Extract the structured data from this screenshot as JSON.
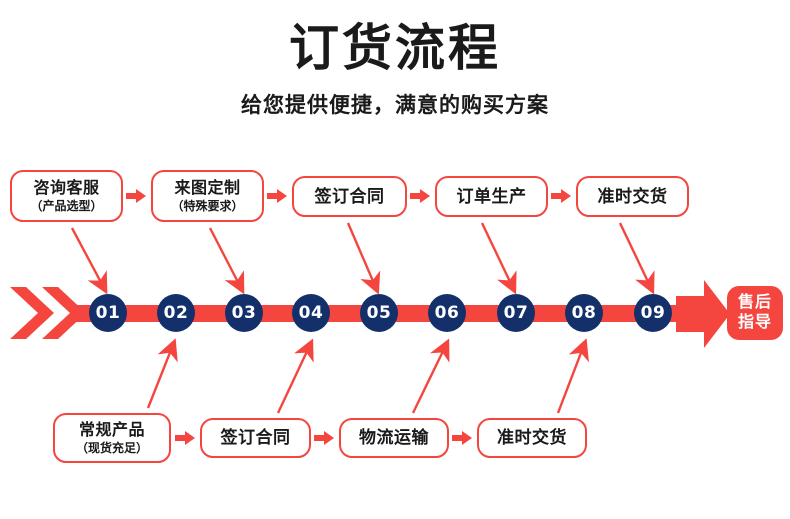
{
  "header": {
    "title": "订货流程",
    "subtitle": "给您提供便捷，满意的购买方案"
  },
  "colors": {
    "accent_red": "#f4463f",
    "circle_navy": "#14306b",
    "text_dark": "#1a1a1a",
    "background": "#ffffff"
  },
  "top_row": {
    "boxes": [
      {
        "main": "咨询客服",
        "sub": "（产品选型）"
      },
      {
        "main": "来图定制",
        "sub": "（特殊要求）"
      },
      {
        "main": "签订合同",
        "sub": ""
      },
      {
        "main": "订单生产",
        "sub": ""
      },
      {
        "main": "准时交货",
        "sub": ""
      }
    ]
  },
  "bottom_row": {
    "boxes": [
      {
        "main": "常规产品",
        "sub": "（现货充足）"
      },
      {
        "main": "签订合同",
        "sub": ""
      },
      {
        "main": "物流运输",
        "sub": ""
      },
      {
        "main": "准时交货",
        "sub": ""
      }
    ]
  },
  "timeline": {
    "steps": [
      "01",
      "02",
      "03",
      "04",
      "05",
      "06",
      "07",
      "08",
      "09"
    ],
    "end_badge_line1": "售后",
    "end_badge_line2": "指导"
  }
}
